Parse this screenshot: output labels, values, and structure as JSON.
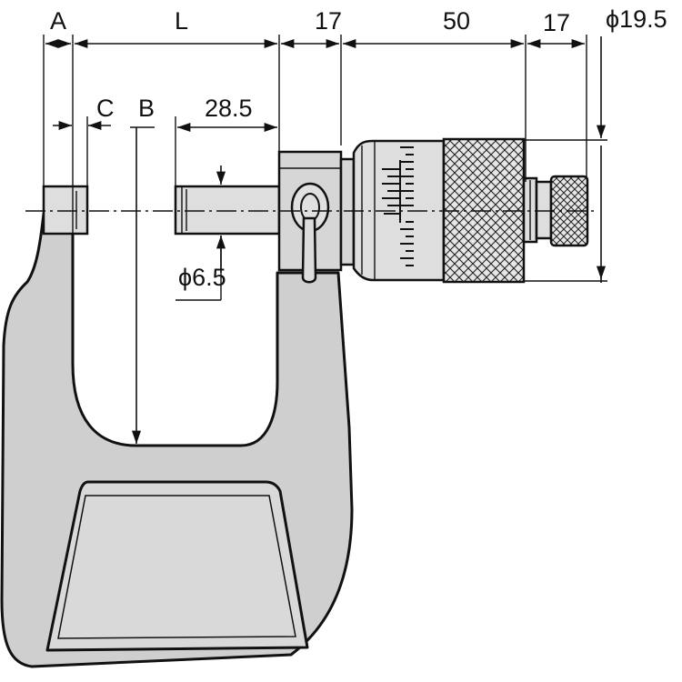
{
  "labels": {
    "a": "A",
    "l": "L",
    "dim_17_left": "17",
    "dim_50": "50",
    "dim_17_right": "17",
    "phi_19_5": "ϕ19.5",
    "c": "C",
    "b": "B",
    "dim_28_5": "28.5",
    "phi_6_5": "ϕ6.5"
  },
  "colors": {
    "frame": "#cfcfcf",
    "line": "#111111"
  }
}
